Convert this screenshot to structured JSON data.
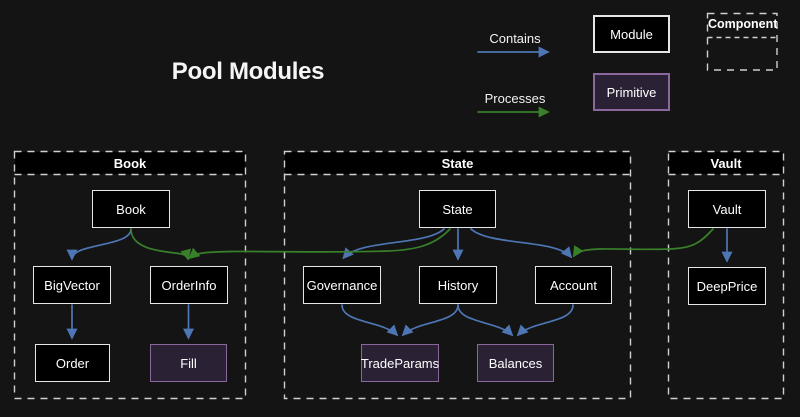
{
  "title": "Pool Modules",
  "legend": {
    "contains_label": "Contains",
    "processes_label": "Processes",
    "module_label": "Module",
    "primitive_label": "Primitive",
    "component_label": "Component"
  },
  "containers": {
    "book": {
      "title": "Book"
    },
    "state": {
      "title": "State"
    },
    "vault": {
      "title": "Vault"
    }
  },
  "nodes": {
    "book": {
      "label": "Book",
      "type": "module"
    },
    "bigvector": {
      "label": "BigVector",
      "type": "module"
    },
    "orderinfo": {
      "label": "OrderInfo",
      "type": "module"
    },
    "order": {
      "label": "Order",
      "type": "module"
    },
    "fill": {
      "label": "Fill",
      "type": "primitive"
    },
    "state": {
      "label": "State",
      "type": "module"
    },
    "governance": {
      "label": "Governance",
      "type": "module"
    },
    "history": {
      "label": "History",
      "type": "module"
    },
    "account": {
      "label": "Account",
      "type": "module"
    },
    "tradeparams": {
      "label": "TradeParams",
      "type": "primitive"
    },
    "balances": {
      "label": "Balances",
      "type": "primitive"
    },
    "vault": {
      "label": "Vault",
      "type": "module"
    },
    "deepprice": {
      "label": "DeepPrice",
      "type": "module"
    }
  },
  "edges": [
    {
      "from": "Book",
      "to": "BigVector",
      "type": "contains"
    },
    {
      "from": "BigVector",
      "to": "Order",
      "type": "contains"
    },
    {
      "from": "OrderInfo",
      "to": "Fill",
      "type": "contains"
    },
    {
      "from": "Book",
      "to": "OrderInfo",
      "type": "processes"
    },
    {
      "from": "State",
      "to": "OrderInfo",
      "type": "processes"
    },
    {
      "from": "State",
      "to": "Governance",
      "type": "contains"
    },
    {
      "from": "State",
      "to": "History",
      "type": "contains"
    },
    {
      "from": "State",
      "to": "Account",
      "type": "contains"
    },
    {
      "from": "Governance",
      "to": "TradeParams",
      "type": "contains"
    },
    {
      "from": "History",
      "to": "TradeParams",
      "type": "contains"
    },
    {
      "from": "History",
      "to": "Balances",
      "type": "contains"
    },
    {
      "from": "Account",
      "to": "Balances",
      "type": "contains"
    },
    {
      "from": "Vault",
      "to": "DeepPrice",
      "type": "contains"
    },
    {
      "from": "Vault",
      "to": "Account",
      "type": "processes"
    }
  ],
  "colors": {
    "background": "#141414",
    "module_fill": "#000000",
    "module_border": "#e6e6e6",
    "primitive_fill": "#2b2134",
    "primitive_border": "#8a689c",
    "contains_edge_blue": "#4e76b4",
    "processes_edge_green": "#38802a",
    "container_dash": "#cfcfcf",
    "text": "#ffffff"
  }
}
